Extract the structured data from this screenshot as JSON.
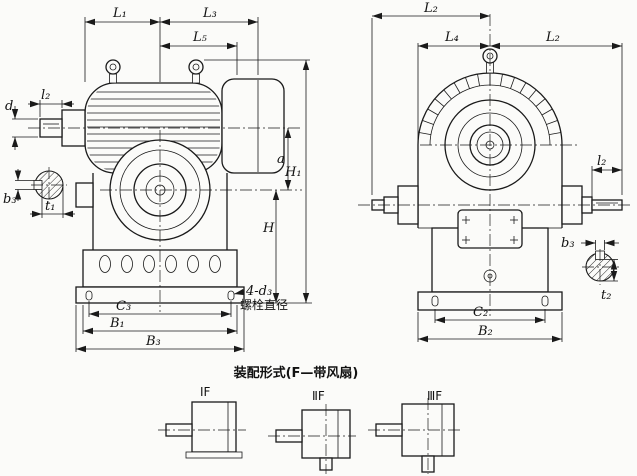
{
  "colors": {
    "ink": "#1a1a1a",
    "background": "#fbfbf9"
  },
  "left_view": {
    "top_dims": {
      "L1": "L₁",
      "L3": "L₃",
      "L5": "L₅"
    },
    "shaft_dims": {
      "l2": "l₂",
      "d": "d"
    },
    "key_section": {
      "b": "b₃",
      "t": "t₁"
    },
    "height_dims": {
      "a": "a",
      "H1": "H₁",
      "H": "H"
    },
    "base_dims": {
      "C3": "C₃",
      "B1": "B₁",
      "B3": "B₃"
    },
    "bolt_note": {
      "line1": "4-d₃",
      "line2": "螺栓直径"
    }
  },
  "right_view": {
    "top_dims": {
      "L2": "L₂",
      "L4": "L₄",
      "L2b": "L₂"
    },
    "shaft_dims": {
      "l2": "l₂"
    },
    "key_section": {
      "b": "b₃",
      "t": "t₂"
    },
    "base_dims": {
      "C2": "C₂",
      "B2": "B₂"
    }
  },
  "assembly": {
    "title": "装配形式(F—带风扇)",
    "variants": [
      {
        "label": "ⅠF"
      },
      {
        "label": "ⅡF"
      },
      {
        "label": "ⅢF"
      }
    ]
  }
}
